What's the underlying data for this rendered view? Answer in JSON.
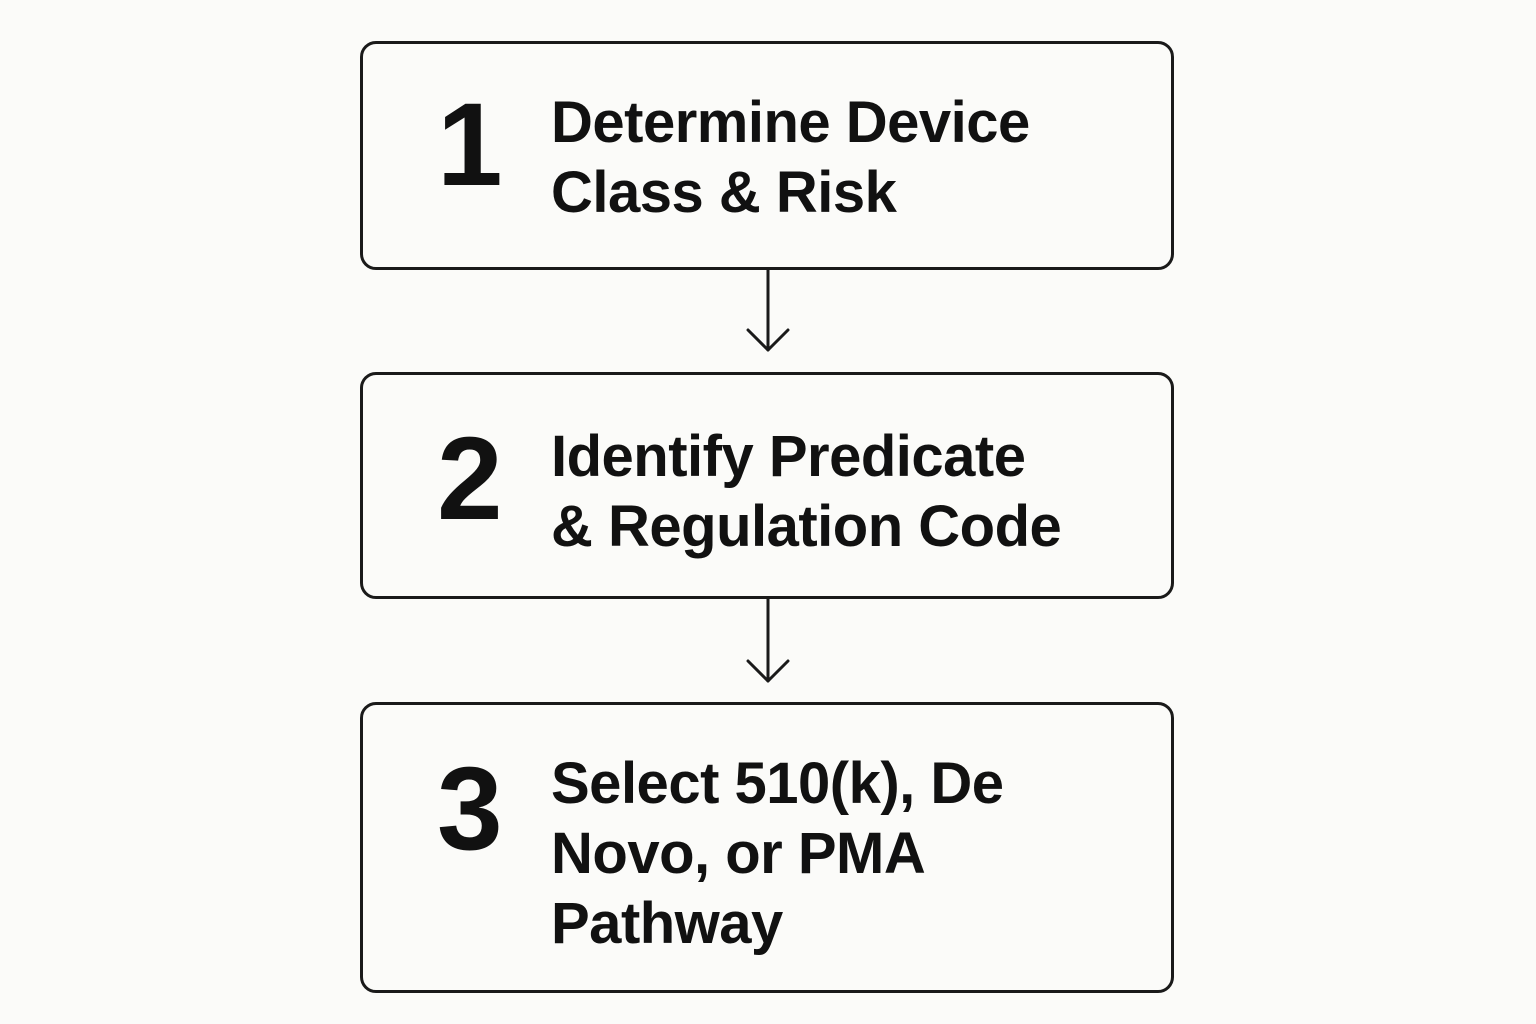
{
  "steps": [
    {
      "number": "1",
      "lines": [
        "Determine Device",
        "Class & Risk"
      ]
    },
    {
      "number": "2",
      "lines": [
        "Identify Predicate",
        "& Regulation Code"
      ]
    },
    {
      "number": "3",
      "lines": [
        "Select 510(k), De",
        "Novo, or PMA",
        "Pathway"
      ]
    }
  ],
  "colors": {
    "background": "#fbfbf9",
    "stroke": "#1a1a1a",
    "text": "#111111"
  }
}
